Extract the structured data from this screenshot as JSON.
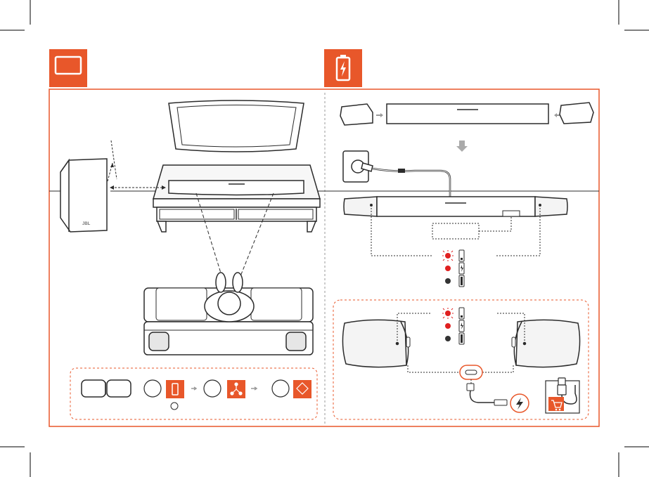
{
  "subwoofer": {
    "brand": "JBL"
  },
  "colors": {
    "accent": "#e8572a",
    "line": "#2b2b2b",
    "led_red": "#e02020",
    "led_dark": "#333333",
    "dashed_frame": "#e8572a",
    "light_fill": "#f2f2f2"
  },
  "sections": [
    {
      "icon": "tv-icon"
    },
    {
      "icon": "battery-charging-icon"
    }
  ],
  "battery_states": [
    {
      "led": "blinking-red",
      "level": "low"
    },
    {
      "led": "solid-red",
      "level": "charging"
    },
    {
      "led": "off",
      "level": "full"
    }
  ],
  "setup_steps": [
    {
      "icon": "battery-charging-icon"
    },
    {
      "icon": "network-connect-icon"
    },
    {
      "icon": "surround-position-icon"
    }
  ]
}
